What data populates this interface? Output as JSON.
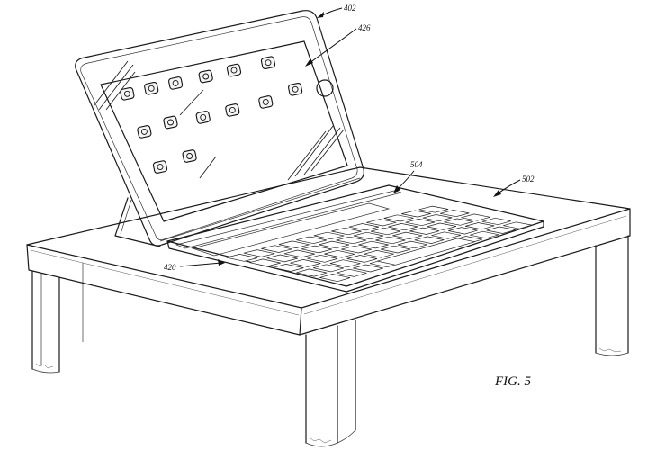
{
  "figure": {
    "label": "FIG. 5",
    "references": {
      "device": "402",
      "display": "426",
      "keyboard_cover": "504",
      "surface": "502",
      "hinge": "420"
    }
  },
  "keyboard": {
    "rows": 5,
    "keys_per_row": 12
  },
  "screen_icons": {
    "rows": 3,
    "count": 14
  }
}
